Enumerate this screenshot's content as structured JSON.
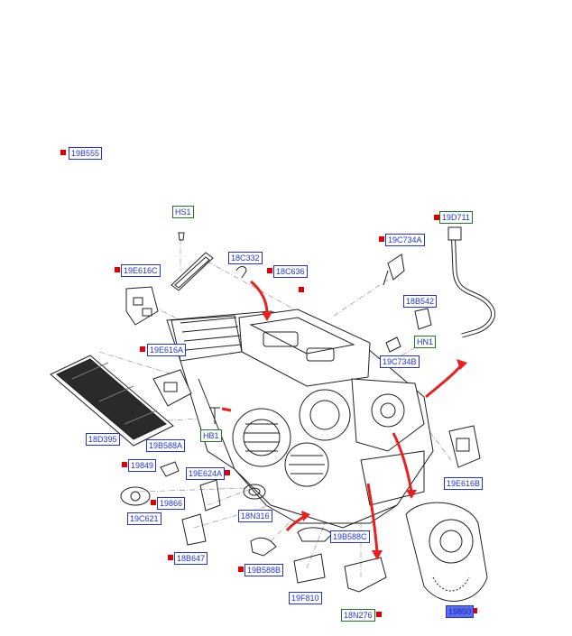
{
  "diagram": {
    "colors": {
      "callout_border": "#2233dd",
      "callout_text": "#2233dd",
      "alt_border": "#1f7a1f",
      "marker": "#e00000",
      "arrow": "#e82020",
      "line_art": "#222222"
    },
    "callouts": [
      {
        "id": "19B555",
        "label": "19B555"
      },
      {
        "id": "HS1",
        "label": "HS1"
      },
      {
        "id": "19D711",
        "label": "19D711"
      },
      {
        "id": "18C332",
        "label": "18C332"
      },
      {
        "id": "19C734A",
        "label": "19C734A"
      },
      {
        "id": "19E616C",
        "label": "19E616C"
      },
      {
        "id": "18C636",
        "label": "18C636"
      },
      {
        "id": "18B542",
        "label": "18B542"
      },
      {
        "id": "HN1",
        "label": "HN1"
      },
      {
        "id": "19E616A",
        "label": "19E616A"
      },
      {
        "id": "19C734B",
        "label": "19C734B"
      },
      {
        "id": "HB1",
        "label": "HB1"
      },
      {
        "id": "18D395",
        "label": "18D395"
      },
      {
        "id": "19B588A",
        "label": "19B588A"
      },
      {
        "id": "19849",
        "label": "19849"
      },
      {
        "id": "19E624A",
        "label": "19E624A"
      },
      {
        "id": "19E616B",
        "label": "19E616B"
      },
      {
        "id": "19866",
        "label": "19866"
      },
      {
        "id": "19C621",
        "label": "19C621"
      },
      {
        "id": "18N316",
        "label": "18N316"
      },
      {
        "id": "19B588C",
        "label": "19B588C"
      },
      {
        "id": "18B647",
        "label": "18B647"
      },
      {
        "id": "19B588B",
        "label": "19B588B"
      },
      {
        "id": "19F810",
        "label": "19F810"
      },
      {
        "id": "18N276",
        "label": "18N276"
      },
      {
        "id": "19850",
        "label": "19850"
      }
    ]
  }
}
